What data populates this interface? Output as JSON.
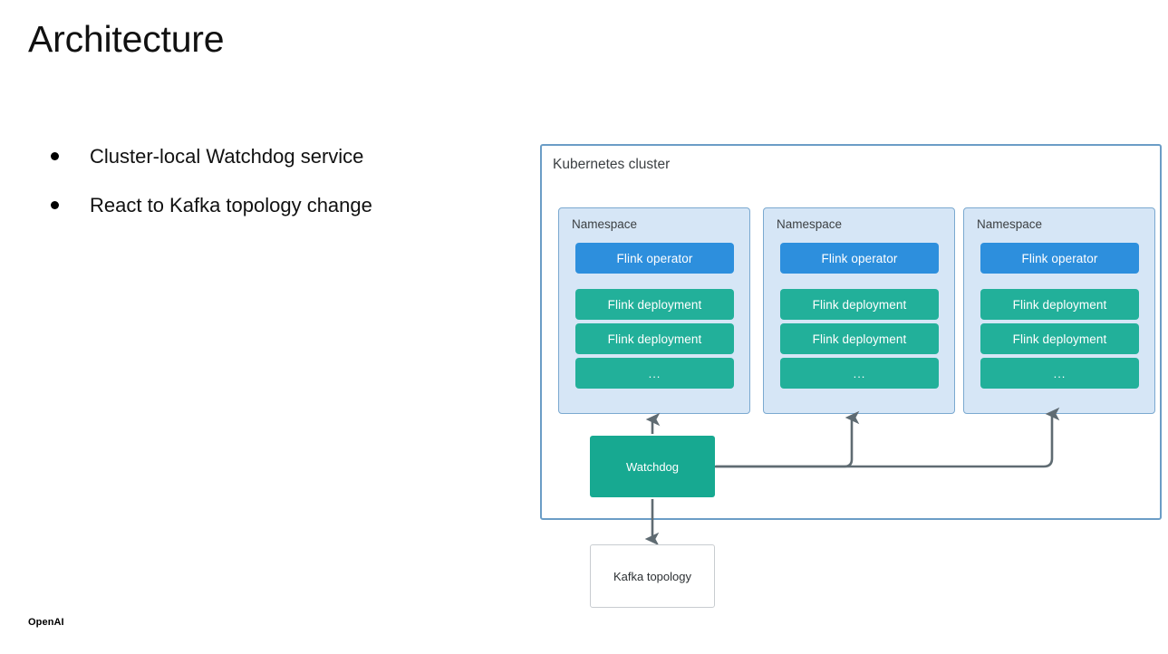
{
  "slide": {
    "title": "Architecture",
    "footer_logo": "OpenAI"
  },
  "bullets": [
    {
      "text": "Cluster-local Watchdog service"
    },
    {
      "text": "React to Kafka topology change"
    }
  ],
  "diagram": {
    "cluster": {
      "label": "Kubernetes cluster",
      "border_color": "#6b9dc6"
    },
    "namespaces": [
      {
        "label": "Namespace",
        "operator": "Flink operator",
        "deployments": [
          "Flink deployment",
          "Flink deployment"
        ],
        "ellipsis": "..."
      },
      {
        "label": "Namespace",
        "operator": "Flink operator",
        "deployments": [
          "Flink deployment",
          "Flink deployment"
        ],
        "ellipsis": "..."
      },
      {
        "label": "Namespace",
        "operator": "Flink operator",
        "deployments": [
          "Flink deployment",
          "Flink deployment"
        ],
        "ellipsis": "..."
      }
    ],
    "watchdog": {
      "label": "Watchdog"
    },
    "kafka": {
      "label": "Kafka topology"
    },
    "colors": {
      "operator": "#2d8fdd",
      "deployment": "#22b09a",
      "watchdog": "#17a991",
      "namespace_fill": "#d6e6f6",
      "namespace_border": "#7ba9d0",
      "connector": "#5f6b72",
      "kafka_border": "#c8ccd0"
    }
  }
}
